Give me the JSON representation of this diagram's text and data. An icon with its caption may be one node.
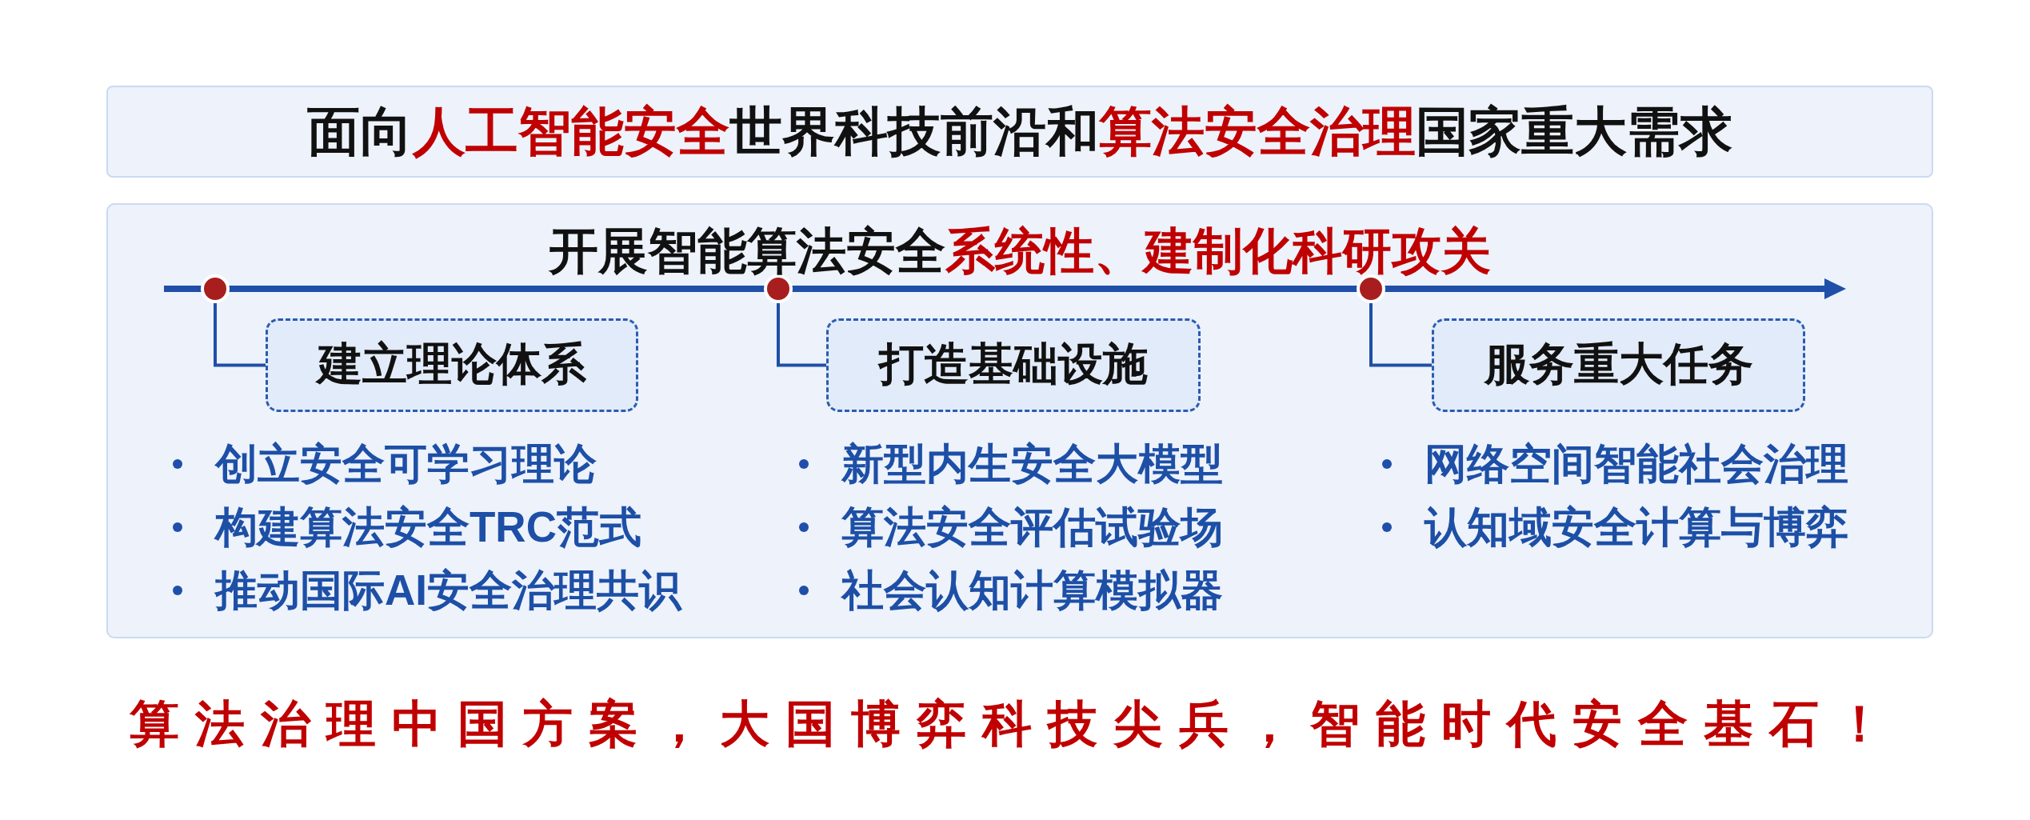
{
  "diagram": {
    "caption": "算法治理中国方案，大国博弈科技尖兵，智能时代安全基石！",
    "nodes": [
      {
        "text": [
          "面向**人工智能安全**世界科技前沿和**算法安全治理**国家重大需求"
        ]
      },
      {
        "text": [
          "开展智能算法安全**系统性、建制化科研攻关**"
        ]
      },
      {
        "text": [],
        "shape": "circle",
        "in": 1
      },
      {
        "text": [
          "建立理论体系"
        ],
        "in": 1,
        "beside": [
          "创立安全可学习理论",
          "构建算法安全TRC范式",
          "推动国际AI安全治理共识"
        ]
      },
      {
        "text": [],
        "shape": "circle",
        "in": 1
      },
      {
        "text": [
          "打造基础设施"
        ],
        "in": 1,
        "beside": [
          "新型内生安全大模型",
          "算法安全评估试验场",
          "社会认知计算模拟器"
        ]
      },
      {
        "text": [],
        "shape": "circle",
        "in": 1
      },
      {
        "text": [
          "服务重大任务"
        ],
        "in": 1,
        "beside": [
          "网络空间智能社会治理",
          "认知域安全计算与博弈"
        ]
      }
    ],
    "edges": [
      {
        "from": 2,
        "to": 3,
        "arrow": "none"
      },
      {
        "from": 4,
        "to": 5,
        "arrow": "none"
      },
      {
        "from": 6,
        "to": 7,
        "arrow": "none"
      }
    ]
  }
}
